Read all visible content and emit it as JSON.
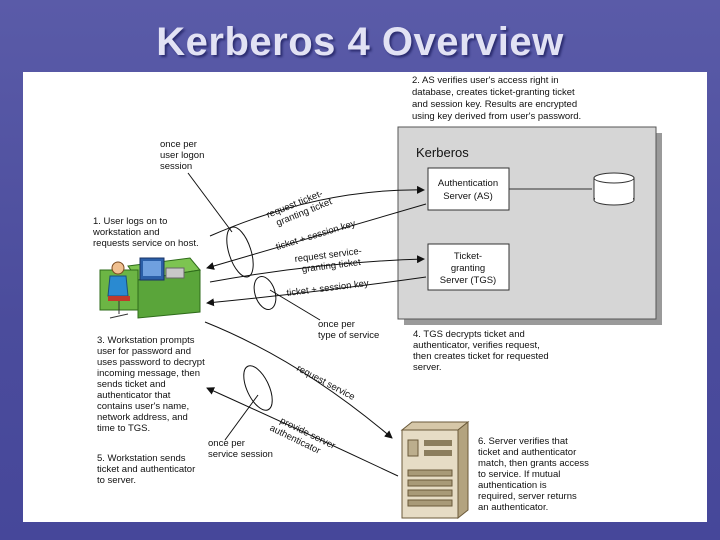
{
  "title": "Kerberos 4 Overview",
  "kerberos_box_label": "Kerberos",
  "as_label": [
    "Authentication",
    "Server (AS)"
  ],
  "tgs_label": [
    "Ticket-",
    "granting",
    "Server (TGS)"
  ],
  "step1": [
    "1. User logs on to",
    "workstation and",
    "requests service on host."
  ],
  "step2": [
    "2. AS verifies user's access right in",
    "database, creates ticket-granting ticket",
    "and session key. Results are encrypted",
    "using key derived from user's password."
  ],
  "step3": [
    "3. Workstation prompts",
    "user for password and",
    "uses password to decrypt",
    "incoming message, then",
    "sends ticket and",
    "authenticator that",
    "contains user's name,",
    "network address, and",
    "time to TGS."
  ],
  "step4": [
    "4. TGS decrypts ticket and",
    "authenticator, verifies request,",
    "then creates ticket for requested",
    "server."
  ],
  "step5": [
    "5. Workstation sends",
    "ticket and authenticator",
    "to server."
  ],
  "step6": [
    "6. Server verifies that",
    "ticket and authenticator",
    "match, then grants access",
    "to service. If mutual",
    "authentication is",
    "required, server returns",
    "an authenticator."
  ],
  "once_logon": [
    "once per",
    "user logon",
    "session"
  ],
  "once_service_type": [
    "once per",
    "type of service"
  ],
  "once_service_session": [
    "once per",
    "service session"
  ],
  "arrow_labels": {
    "request_tgt": [
      "request ticket-",
      "granting ticket"
    ],
    "ticket_session_key_1": "ticket + session key",
    "request_service_granting": [
      "request service-",
      "granting ticket"
    ],
    "ticket_session_key_2": "ticket + session key",
    "request_service": "request service",
    "provide_authenticator": [
      "provide server",
      "authenticator"
    ]
  },
  "colors": {
    "background": "#4b4c9c",
    "title": "#e2e2f4",
    "kerberos_box": "#d6d6d6",
    "desk": "#6cb544"
  }
}
